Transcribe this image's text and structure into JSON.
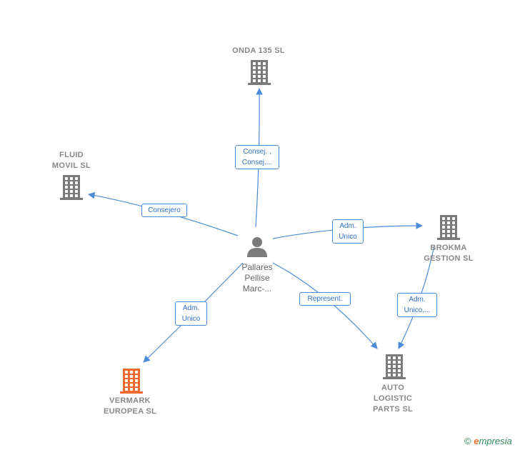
{
  "colors": {
    "edge": "#4a8cd8",
    "company": "#7a7a7a",
    "company_highlight": "#f26a2e",
    "person": "#7a7a7a"
  },
  "person": {
    "name": "Pallares\nPellise\nMarc-...",
    "icon": "person-icon"
  },
  "companies": [
    {
      "id": "onda",
      "name": "ONDA 135 SL",
      "icon": "building-icon",
      "highlight": false
    },
    {
      "id": "fluid",
      "name": "FLUID\nMOVIL SL",
      "icon": "building-icon",
      "highlight": false
    },
    {
      "id": "brokma",
      "name": "BROKMA\nGESTION  SL",
      "icon": "building-icon",
      "highlight": false
    },
    {
      "id": "auto",
      "name": "AUTO\nLOGISTIC\nPARTS SL",
      "icon": "building-icon",
      "highlight": false
    },
    {
      "id": "vermark",
      "name": "VERMARK\nEUROPEA  SL",
      "icon": "building-icon",
      "highlight": true
    }
  ],
  "edges": [
    {
      "from": "person",
      "to": "onda",
      "label": "Consej. ,\nConsej...."
    },
    {
      "from": "person",
      "to": "fluid",
      "label": "Consejero"
    },
    {
      "from": "person",
      "to": "brokma",
      "label": "Adm.\nUnico"
    },
    {
      "from": "person",
      "to": "auto",
      "label": "Represent."
    },
    {
      "from": "person",
      "to": "vermark",
      "label": "Adm.\nUnico"
    },
    {
      "from": "brokma",
      "to": "auto",
      "label": "Adm.\nUnico,..."
    }
  ],
  "footer": {
    "copyright": "©",
    "brand_initial": "e",
    "brand_rest": "mpresia"
  }
}
